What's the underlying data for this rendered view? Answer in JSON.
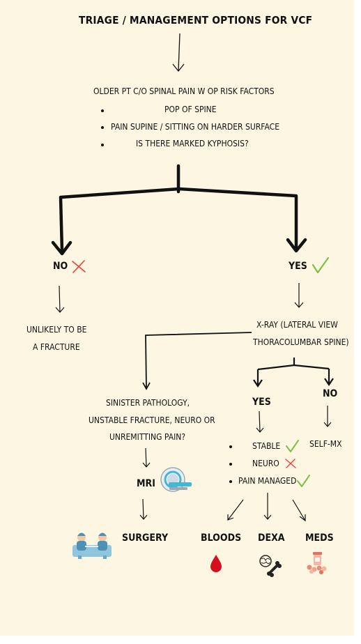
{
  "title": "TRIAGE / MANAGEMENT OPTIONS FOR VCF",
  "intro": {
    "heading": "OLDER PT C/O SPINAL PAIN W OP RISK FACTORS",
    "bullets": [
      "POP OF SPINE",
      "PAIN SUPINE / SITTING ON HARDER SURFACE",
      "IS THERE MARKED KYPHOSIS?"
    ]
  },
  "branch_no": {
    "label": "NO",
    "outcome_line1": "UNLIKELY TO BE",
    "outcome_line2": "A FRACTURE"
  },
  "branch_yes": {
    "label": "YES",
    "xray_line1": "X-RAY (LATERAL VIEW",
    "xray_line2": "THORACOLUMBAR SPINE)"
  },
  "sinister": {
    "line1": "SINISTER PATHOLOGY,",
    "line2": "UNSTABLE FRACTURE, NEURO OR",
    "line3": "UNREMITTING PAIN?",
    "mri": "MRI",
    "surgery": "SURGERY"
  },
  "xray_yes": {
    "label": "YES",
    "checks": [
      {
        "label": "STABLE",
        "mark": "check"
      },
      {
        "label": "NEURO",
        "mark": "cross"
      },
      {
        "label": "PAIN MANAGED",
        "mark": "check"
      }
    ]
  },
  "xray_no": {
    "label": "NO",
    "outcome": "SELF-MX"
  },
  "treatments": [
    "BLOODS",
    "DEXA",
    "MEDS"
  ],
  "colors": {
    "background": "#fcf6e3",
    "check": "#7ac143",
    "cross": "#e8413a",
    "blood": "#d4101f"
  }
}
